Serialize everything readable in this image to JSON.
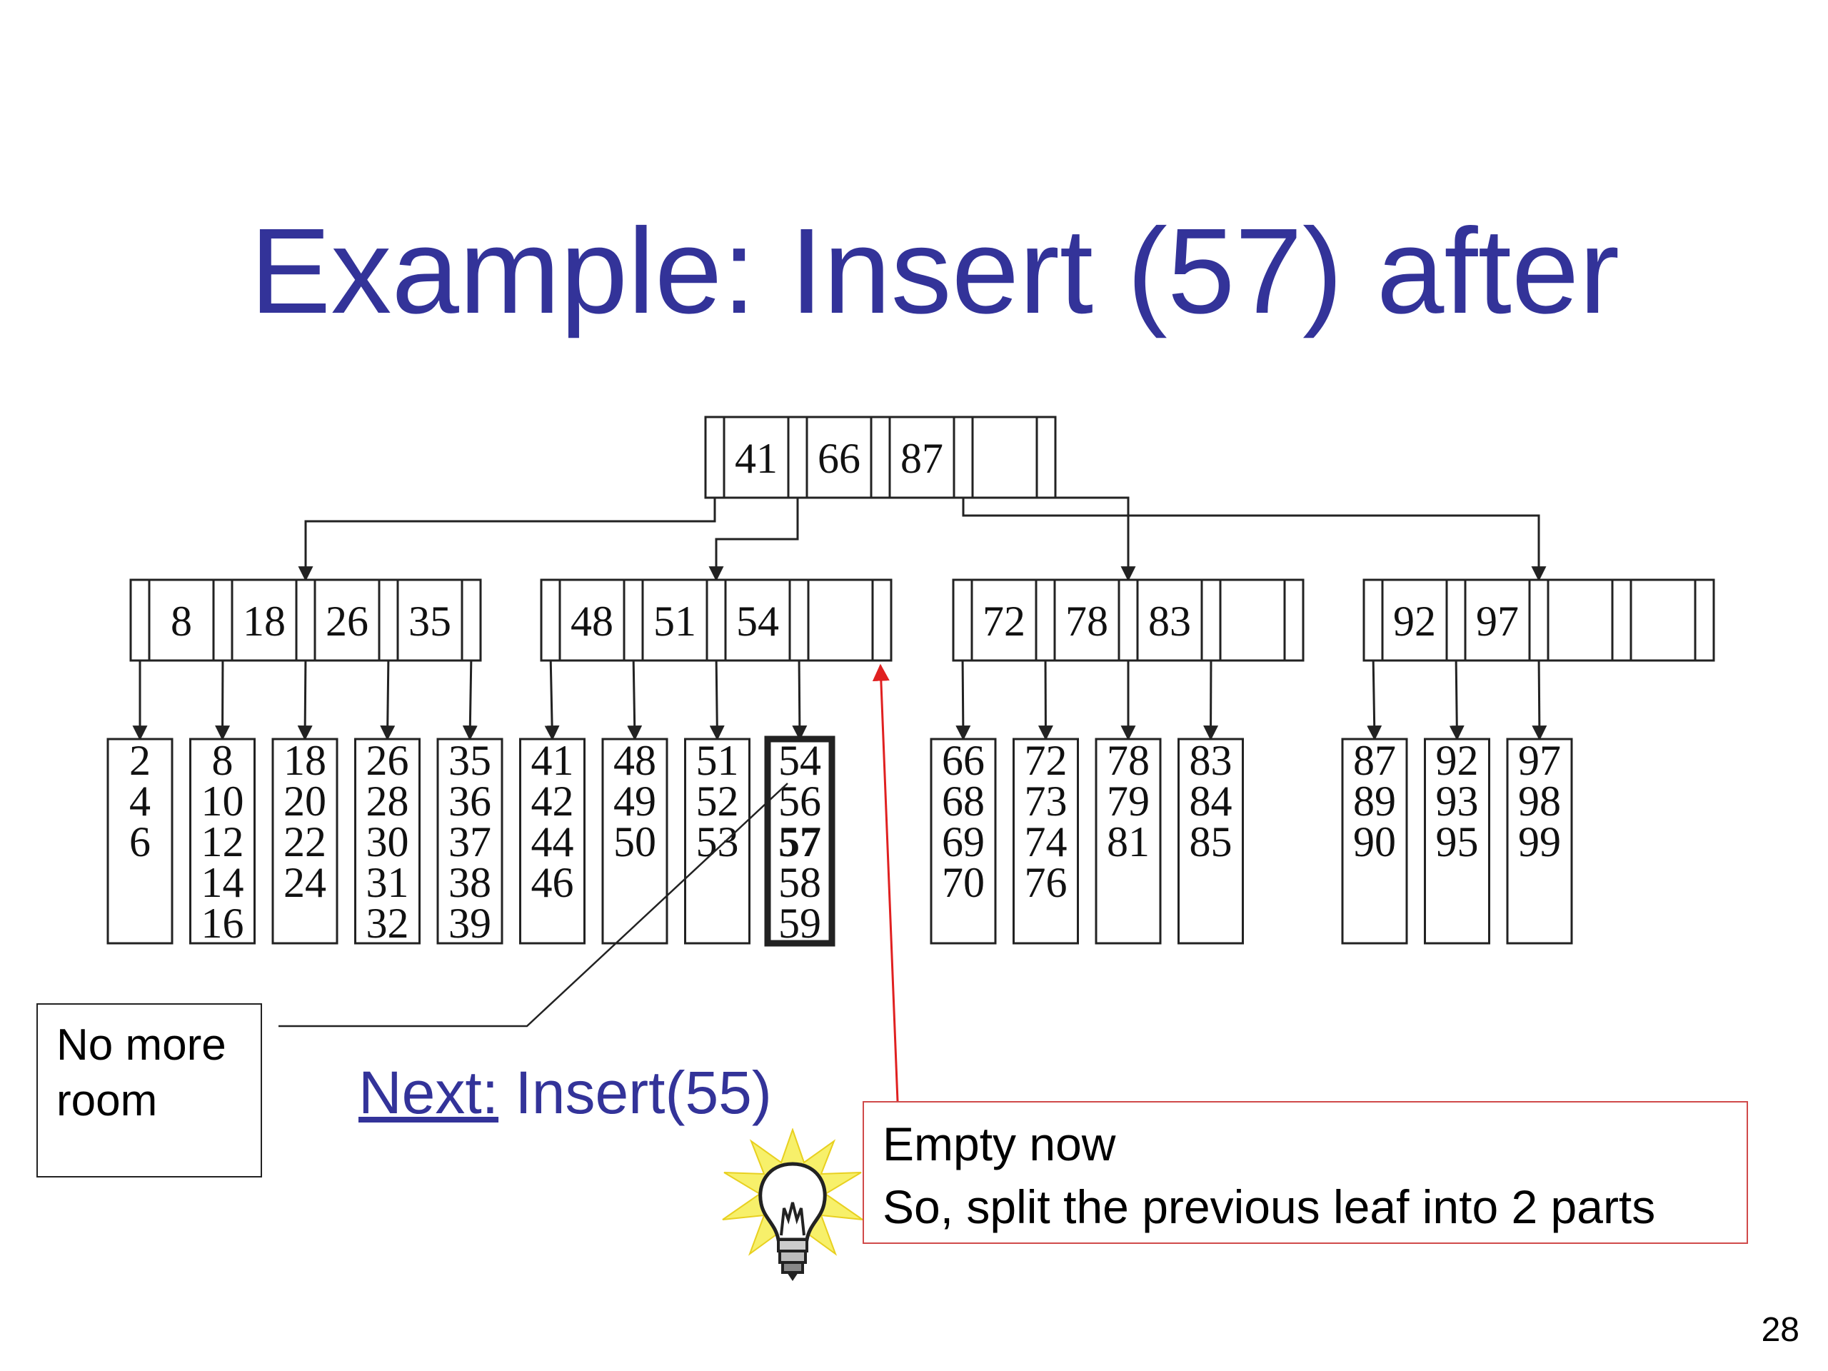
{
  "slide": {
    "title": "Example: Insert (57) after",
    "page_number": "28"
  },
  "tree": {
    "root": {
      "keys": [
        "41",
        "66",
        "87",
        ""
      ]
    },
    "internal": [
      {
        "keys": [
          "8",
          "18",
          "26",
          "35"
        ]
      },
      {
        "keys": [
          "48",
          "51",
          "54",
          ""
        ]
      },
      {
        "keys": [
          "72",
          "78",
          "83",
          ""
        ]
      },
      {
        "keys": [
          "92",
          "97",
          "",
          ""
        ]
      }
    ],
    "leaves": [
      {
        "keys": [
          "2",
          "4",
          "6"
        ]
      },
      {
        "keys": [
          "8",
          "10",
          "12",
          "14",
          "16"
        ]
      },
      {
        "keys": [
          "18",
          "20",
          "22",
          "24"
        ]
      },
      {
        "keys": [
          "26",
          "28",
          "30",
          "31",
          "32"
        ]
      },
      {
        "keys": [
          "35",
          "36",
          "37",
          "38",
          "39"
        ]
      },
      {
        "keys": [
          "41",
          "42",
          "44",
          "46"
        ]
      },
      {
        "keys": [
          "48",
          "49",
          "50"
        ]
      },
      {
        "keys": [
          "51",
          "52",
          "53"
        ]
      },
      {
        "keys": [
          "54",
          "56",
          "57",
          "58",
          "59"
        ],
        "highlighted": true,
        "bold_key": "57"
      },
      {
        "keys": [
          "66",
          "68",
          "69",
          "70"
        ]
      },
      {
        "keys": [
          "72",
          "73",
          "74",
          "76"
        ]
      },
      {
        "keys": [
          "78",
          "79",
          "81"
        ]
      },
      {
        "keys": [
          "83",
          "84",
          "85"
        ]
      },
      {
        "keys": [
          "87",
          "89",
          "90"
        ]
      },
      {
        "keys": [
          "92",
          "93",
          "95"
        ]
      },
      {
        "keys": [
          "97",
          "98",
          "99"
        ]
      }
    ]
  },
  "callouts": {
    "no_room": {
      "line1": "No more",
      "line2": "room"
    },
    "next": {
      "link": "Next:",
      "text": " Insert(55)"
    },
    "empty": {
      "line1": "Empty now",
      "line2": "So, split the previous leaf into 2 parts"
    }
  },
  "colors": {
    "title": "#333399",
    "arrow_red": "#e02020",
    "empty_box_border": "#d04a4a",
    "bulb_glow": "#f7f06a"
  },
  "icons": [
    "lightbulb-icon"
  ]
}
